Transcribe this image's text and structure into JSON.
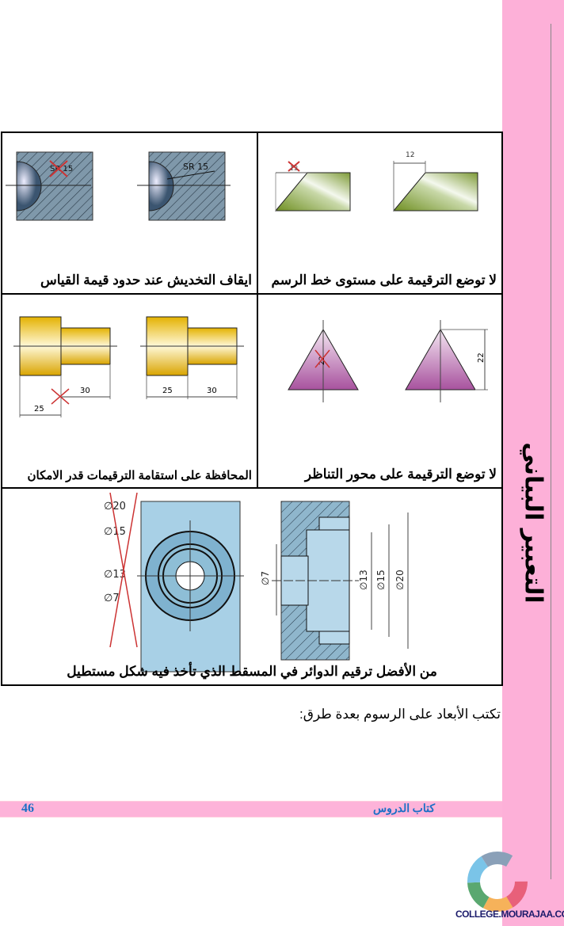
{
  "sidebar": {
    "title": "التعبير البياني"
  },
  "cells": {
    "c1": {
      "caption": "ايقاف التخديش عند حدود قيمة القياس",
      "labels": [
        "SR 15",
        "SR 15"
      ]
    },
    "c2": {
      "caption": "لا توضع الترقيمة على مستوى خط الرسم",
      "labels": [
        "12",
        "12"
      ]
    },
    "c3": {
      "caption": "المحافظة على استقامة الترقيمات قدر الامكان",
      "labels": [
        "30",
        "25",
        "25",
        "30"
      ]
    },
    "c4": {
      "caption": "لا توضع الترقيمة على محور التناظر",
      "labels": [
        "22",
        "22"
      ]
    },
    "c5": {
      "caption": "من الأفضل ترقيم الدوائر في المسقط الذي تأخذ فيه شكل مستطيل",
      "labels": [
        "∅20",
        "∅15",
        "∅13",
        "∅7",
        "∅7",
        "∅13",
        "∅15",
        "∅20"
      ]
    }
  },
  "intro": "تكتب الأبعاد على الرسوم بعدة طرق:",
  "footer": {
    "page_number": "46",
    "book": "كتاب الدروس"
  },
  "logo": {
    "text": "COLLEGE.MOURAJAA.COM"
  },
  "colors": {
    "pink": "#fdb0d8",
    "blue": "#1a6fc6"
  }
}
